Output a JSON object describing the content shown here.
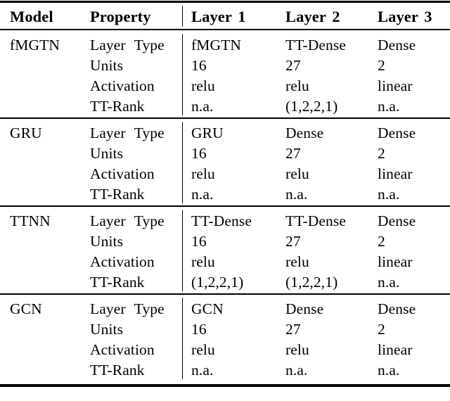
{
  "figure": {
    "type": "table",
    "kind": "booktabs-academic-table",
    "background_color": "#ffffff",
    "text_color": "#000000"
  },
  "table": {
    "header": {
      "model": "Model",
      "property": "Property",
      "layer1": "Layer 1",
      "layer2": "Layer 2",
      "layer3": "Layer 3"
    },
    "property_labels": {
      "layer_type": "Layer Type",
      "units": "Units",
      "activation": "Activation",
      "tt_rank": "TT-Rank"
    },
    "blocks": [
      {
        "model": "fMGTN",
        "rows": [
          {
            "property": "Layer Type",
            "layer1": "fMGTN",
            "layer2": "TT-Dense",
            "layer3": "Dense"
          },
          {
            "property": "Units",
            "layer1": "16",
            "layer2": "27",
            "layer3": "2"
          },
          {
            "property": "Activation",
            "layer1": "relu",
            "layer2": "relu",
            "layer3": "linear"
          },
          {
            "property": "TT-Rank",
            "layer1": "n.a.",
            "layer2": "(1,2,2,1)",
            "layer3": "n.a."
          }
        ]
      },
      {
        "model": "GRU",
        "rows": [
          {
            "property": "Layer Type",
            "layer1": "GRU",
            "layer2": "Dense",
            "layer3": "Dense"
          },
          {
            "property": "Units",
            "layer1": "16",
            "layer2": "27",
            "layer3": "2"
          },
          {
            "property": "Activation",
            "layer1": "relu",
            "layer2": "relu",
            "layer3": "linear"
          },
          {
            "property": "TT-Rank",
            "layer1": "n.a.",
            "layer2": "n.a.",
            "layer3": "n.a."
          }
        ]
      },
      {
        "model": "TTNN",
        "rows": [
          {
            "property": "Layer Type",
            "layer1": "TT-Dense",
            "layer2": "TT-Dense",
            "layer3": "Dense"
          },
          {
            "property": "Units",
            "layer1": "16",
            "layer2": "27",
            "layer3": "2"
          },
          {
            "property": "Activation",
            "layer1": "relu",
            "layer2": "relu",
            "layer3": "linear"
          },
          {
            "property": "TT-Rank",
            "layer1": "(1,2,2,1)",
            "layer2": "(1,2,2,1)",
            "layer3": "n.a."
          }
        ]
      },
      {
        "model": "GCN",
        "rows": [
          {
            "property": "Layer Type",
            "layer1": "GCN",
            "layer2": "Dense",
            "layer3": "Dense"
          },
          {
            "property": "Units",
            "layer1": "16",
            "layer2": "27",
            "layer3": "2"
          },
          {
            "property": "Activation",
            "layer1": "relu",
            "layer2": "relu",
            "layer3": "linear"
          },
          {
            "property": "TT-Rank",
            "layer1": "n.a.",
            "layer2": "n.a.",
            "layer3": "n.a."
          }
        ]
      }
    ]
  },
  "caption": {
    "visible_text": ""
  }
}
